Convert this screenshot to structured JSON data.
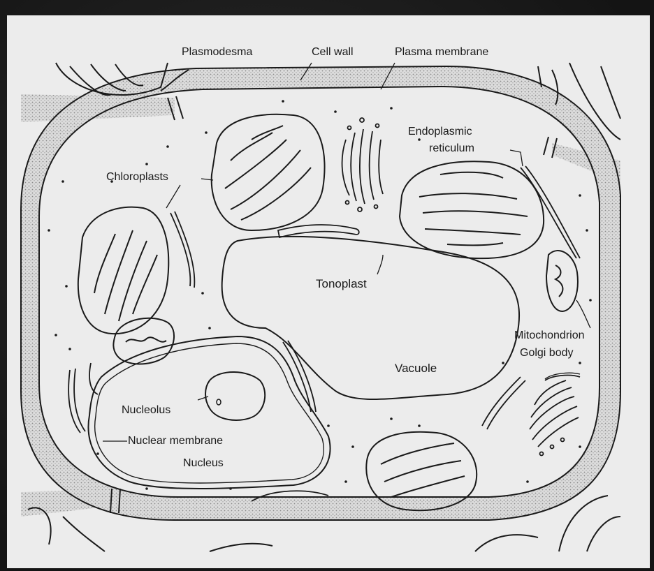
{
  "diagram": {
    "labels": {
      "plasmodesma": "Plasmodesma",
      "cell_wall": "Cell wall",
      "plasma_membrane": "Plasma membrane",
      "endoplasmic_reticulum_1": "Endoplasmic",
      "endoplasmic_reticulum_2": "reticulum",
      "chloroplasts": "Chloroplasts",
      "tonoplast": "Tonoplast",
      "mitochondrion": "Mitochondrion",
      "golgi_body": "Golgi body",
      "vacuole": "Vacuole",
      "nucleolus": "Nucleolus",
      "nuclear_membrane": "Nuclear membrane",
      "nucleus": "Nucleus"
    },
    "colors": {
      "background": "#1c1c1c",
      "panel": "#ececec",
      "ink": "#1a1a1a",
      "stipple": "#9a9a9a"
    }
  }
}
